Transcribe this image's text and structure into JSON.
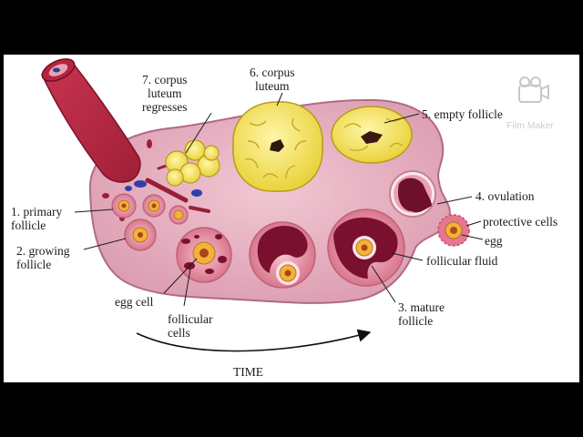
{
  "labels": {
    "corpus_regresses": "7. corpus\nluteum\nregresses",
    "corpus_luteum": "6. corpus\nluteum",
    "empty_follicle": "5. empty follicle",
    "ovulation": "4. ovulation",
    "protective_cells": "protective cells",
    "egg": "egg",
    "primary_follicle": "1. primary\nfollicle",
    "growing_follicle": "2. growing\nfollicle",
    "follicular_fluid": "follicular fluid",
    "egg_cell": "egg cell",
    "follicular_cells": "follicular\ncells",
    "mature_follicle": "3. mature\nfollicle",
    "time": "TIME"
  },
  "watermark": {
    "text": "Film Maker",
    "icon": "camera-icon"
  },
  "colors": {
    "background": "#000000",
    "panel": "#ffffff",
    "ovary": "#e9b7c6",
    "ovary_edge": "#b7738f",
    "corpus_yellow": "#f7e86a",
    "follicle_red": "#7a1030",
    "egg_orange": "#f0a030"
  }
}
